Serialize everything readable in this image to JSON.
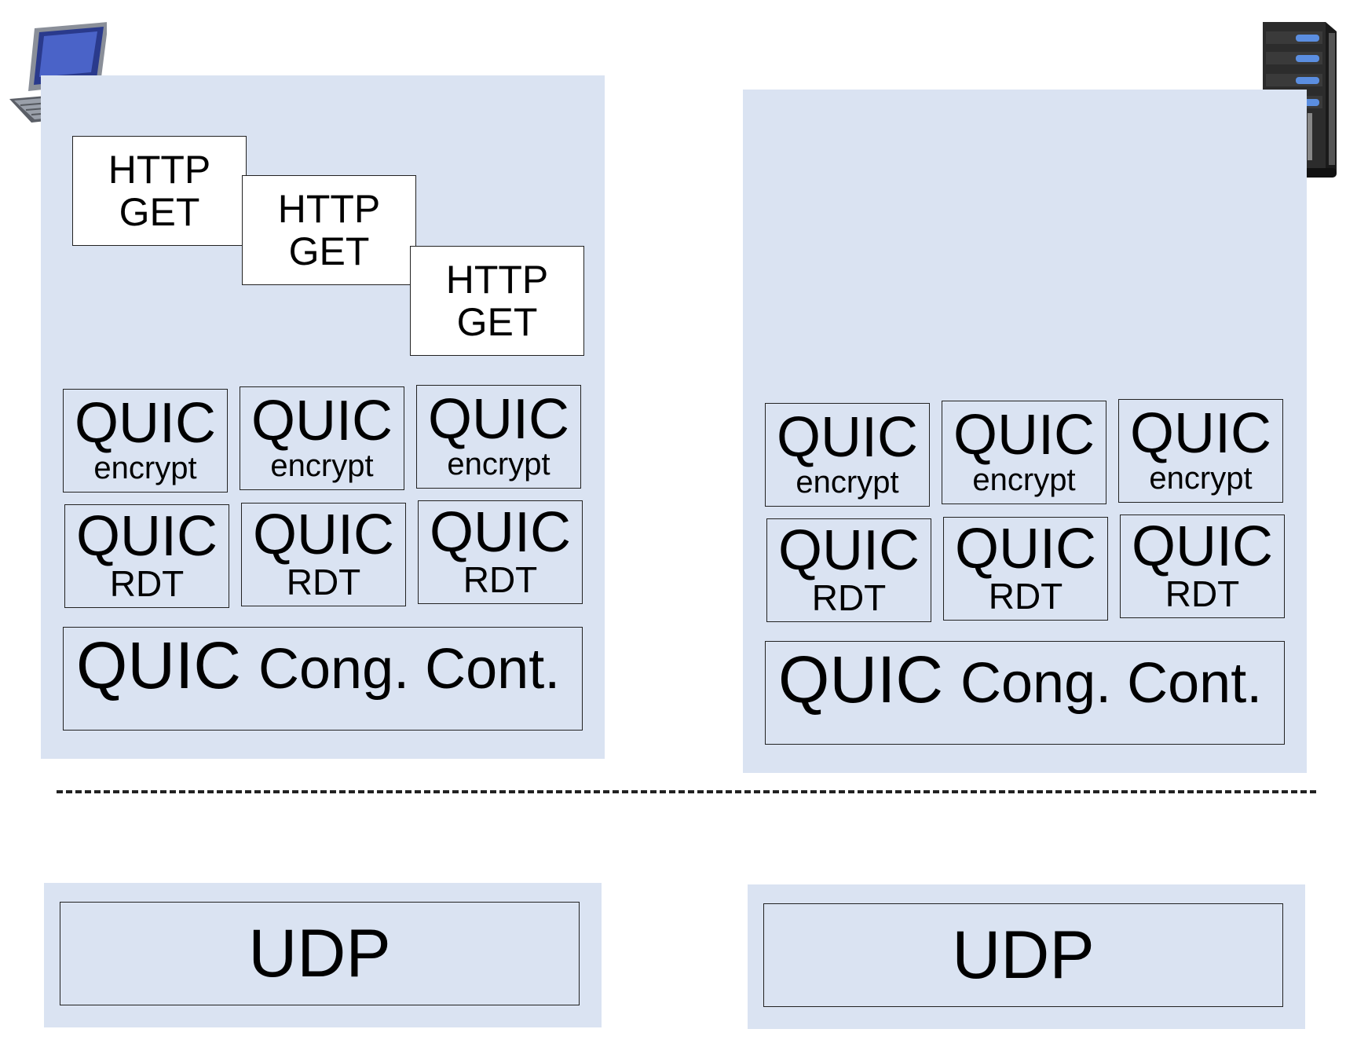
{
  "http_get": {
    "line1": "HTTP",
    "line2": "GET"
  },
  "quic_encrypt": {
    "top": "QUIC",
    "bottom": "encrypt"
  },
  "quic_rdt": {
    "top": "QUIC",
    "bottom": "RDT"
  },
  "quic_cong": {
    "part1": "QUIC",
    "part2": "Cong. Cont."
  },
  "udp": {
    "label": "UDP"
  },
  "icons": {
    "client": "desktop-computer-icon",
    "server": "server-tower-icon"
  },
  "colors": {
    "panel": "#dae3f2",
    "border": "#222222"
  }
}
